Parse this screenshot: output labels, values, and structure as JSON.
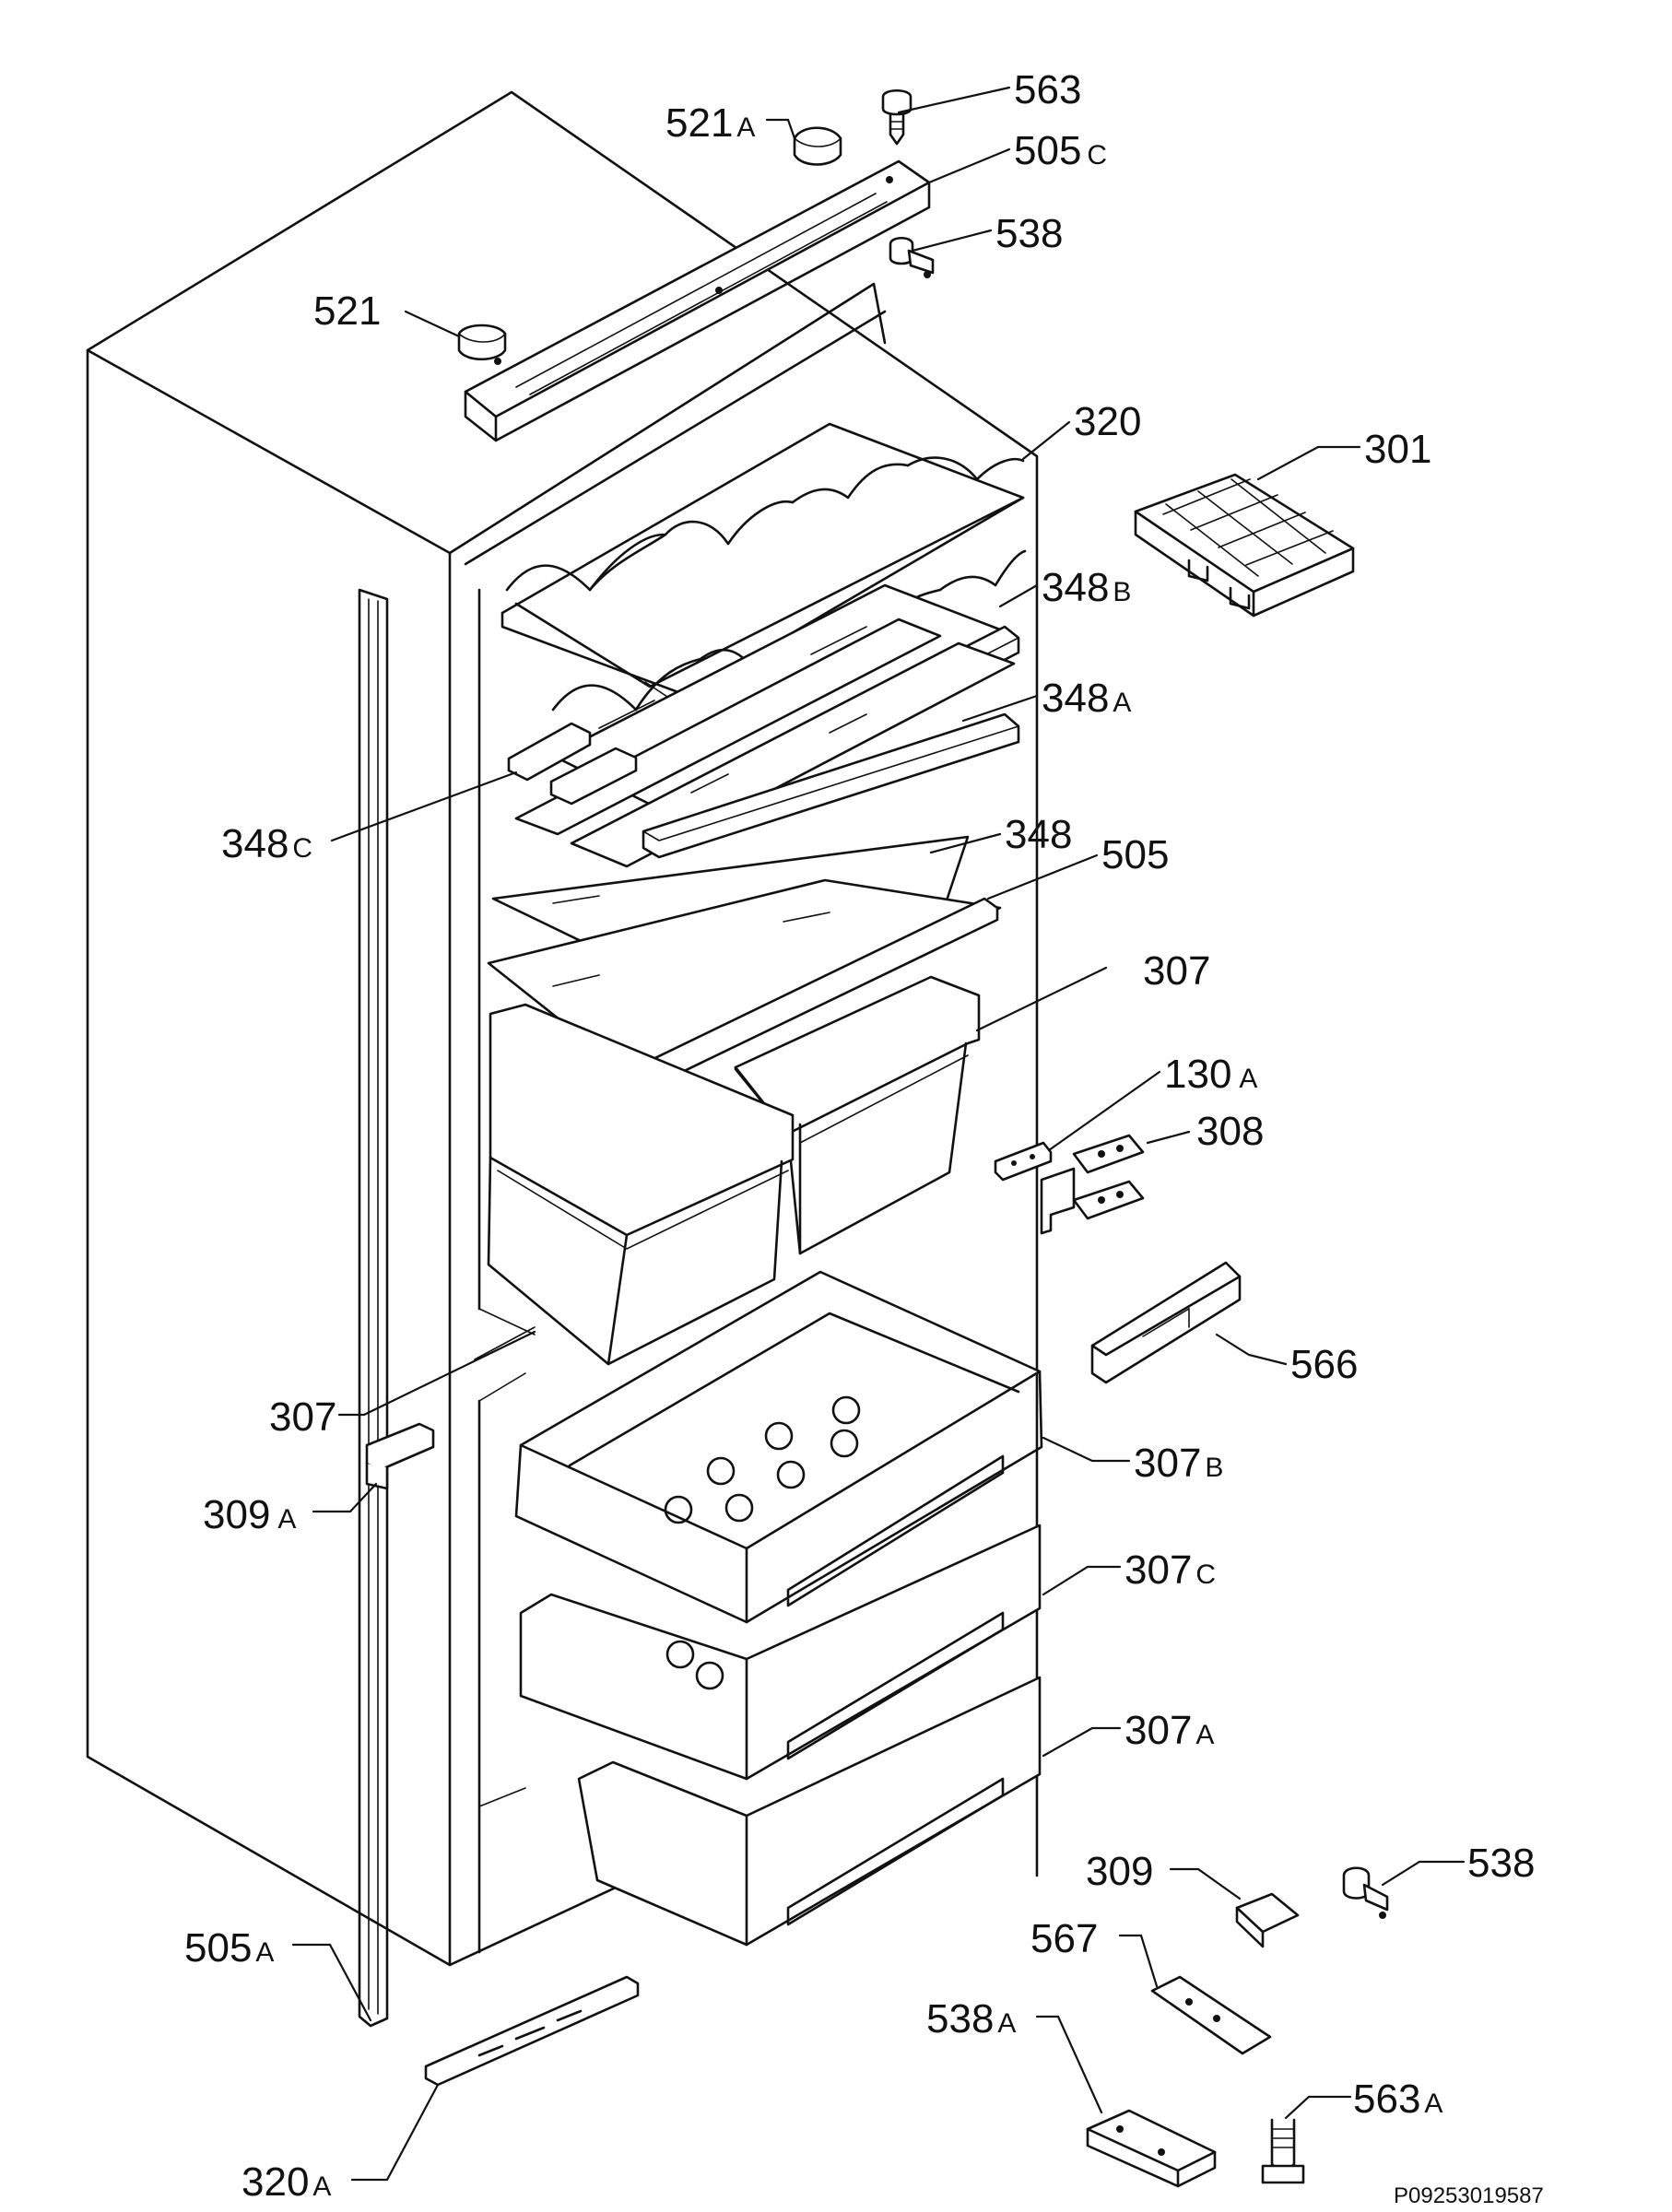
{
  "colors": {
    "line": "#111111",
    "background": "#ffffff"
  },
  "labels": [
    {
      "id": "563",
      "number": "563",
      "suffix": ""
    },
    {
      "id": "521A",
      "number": "521",
      "suffix": "A"
    },
    {
      "id": "505C",
      "number": "505",
      "suffix": "C"
    },
    {
      "id": "538-top",
      "number": "538",
      "suffix": ""
    },
    {
      "id": "521",
      "number": "521",
      "suffix": ""
    },
    {
      "id": "320",
      "number": "320",
      "suffix": ""
    },
    {
      "id": "301",
      "number": "301",
      "suffix": ""
    },
    {
      "id": "348B",
      "number": "348",
      "suffix": "B"
    },
    {
      "id": "348A",
      "number": "348",
      "suffix": "A"
    },
    {
      "id": "348C",
      "number": "348",
      "suffix": "C"
    },
    {
      "id": "348",
      "number": "348",
      "suffix": ""
    },
    {
      "id": "505",
      "number": "505",
      "suffix": ""
    },
    {
      "id": "307-top",
      "number": "307",
      "suffix": ""
    },
    {
      "id": "130A",
      "number": "130",
      "suffix": "A"
    },
    {
      "id": "308",
      "number": "308",
      "suffix": ""
    },
    {
      "id": "566",
      "number": "566",
      "suffix": ""
    },
    {
      "id": "307-left",
      "number": "307",
      "suffix": ""
    },
    {
      "id": "307B",
      "number": "307",
      "suffix": "B"
    },
    {
      "id": "309A",
      "number": "309",
      "suffix": "A"
    },
    {
      "id": "307C",
      "number": "307",
      "suffix": "C"
    },
    {
      "id": "307A",
      "number": "307",
      "suffix": "A"
    },
    {
      "id": "309",
      "number": "309",
      "suffix": ""
    },
    {
      "id": "538-bottom",
      "number": "538",
      "suffix": ""
    },
    {
      "id": "567",
      "number": "567",
      "suffix": ""
    },
    {
      "id": "505A",
      "number": "505",
      "suffix": "A"
    },
    {
      "id": "538A",
      "number": "538",
      "suffix": "A"
    },
    {
      "id": "563A",
      "number": "563",
      "suffix": "A"
    },
    {
      "id": "320A",
      "number": "320",
      "suffix": "A"
    }
  ],
  "drawing_code": "P09253019587"
}
